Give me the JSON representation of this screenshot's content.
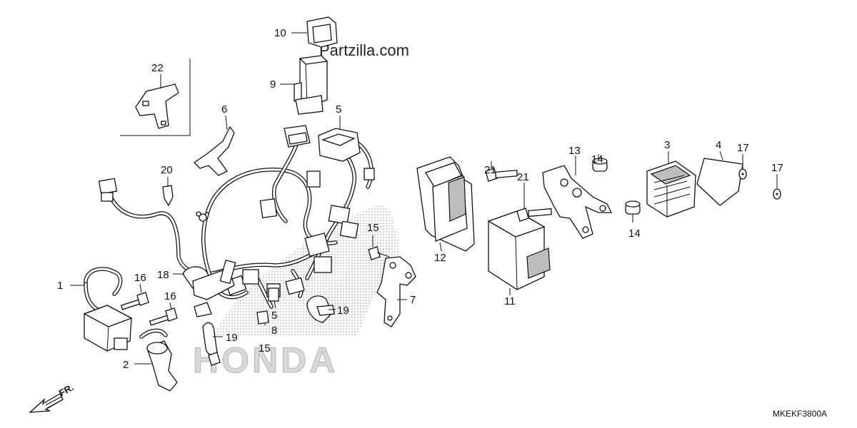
{
  "watermark": "Partzilla.com",
  "diagram_code": "MKEKF3800A",
  "front_indicator": "FR.",
  "brand_mark": "HONDA",
  "callouts": [
    {
      "id": "c1",
      "number": "1"
    },
    {
      "id": "c2",
      "number": "2"
    },
    {
      "id": "c3",
      "number": "3"
    },
    {
      "id": "c4",
      "number": "4"
    },
    {
      "id": "c5a",
      "number": "5"
    },
    {
      "id": "c5b",
      "number": "5"
    },
    {
      "id": "c6",
      "number": "6"
    },
    {
      "id": "c7",
      "number": "7"
    },
    {
      "id": "c8",
      "number": "8"
    },
    {
      "id": "c9",
      "number": "9"
    },
    {
      "id": "c10",
      "number": "10"
    },
    {
      "id": "c11",
      "number": "11"
    },
    {
      "id": "c12",
      "number": "12"
    },
    {
      "id": "c13",
      "number": "13"
    },
    {
      "id": "c14a",
      "number": "14"
    },
    {
      "id": "c14b",
      "number": "14"
    },
    {
      "id": "c15a",
      "number": "15"
    },
    {
      "id": "c15b",
      "number": "15"
    },
    {
      "id": "c16a",
      "number": "16"
    },
    {
      "id": "c16b",
      "number": "16"
    },
    {
      "id": "c17a",
      "number": "17"
    },
    {
      "id": "c17b",
      "number": "17"
    },
    {
      "id": "c18",
      "number": "18"
    },
    {
      "id": "c19a",
      "number": "19"
    },
    {
      "id": "c19b",
      "number": "19"
    },
    {
      "id": "c20",
      "number": "20"
    },
    {
      "id": "c21a",
      "number": "21"
    },
    {
      "id": "c21b",
      "number": "21"
    },
    {
      "id": "c22",
      "number": "22"
    }
  ]
}
